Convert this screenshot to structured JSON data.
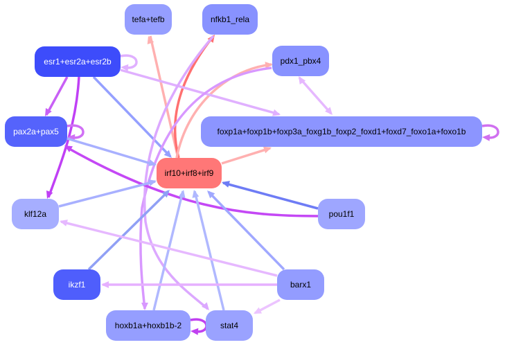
{
  "title": "Gene regulatory network",
  "nodes": [
    {
      "id": "tefa_tefb",
      "label": "tefa+tefb",
      "fill": "#959eff",
      "text": "#000000"
    },
    {
      "id": "nfkb1_rela",
      "label": "nfkb1_rela",
      "fill": "#8892ff",
      "text": "#000000"
    },
    {
      "id": "esr",
      "label": "esr1+esr2a+esr2b",
      "fill": "#3d4cfb",
      "text": "#ffffff"
    },
    {
      "id": "pdx1_pbx4",
      "label": "pdx1_pbx4",
      "fill": "#8892ff",
      "text": "#000000"
    },
    {
      "id": "pax2a_pax5",
      "label": "pax2a+pax5",
      "fill": "#5563fc",
      "text": "#ffffff"
    },
    {
      "id": "foxp",
      "label": "foxp1a+foxp1b+foxp3a_foxg1b_foxp2_foxd1+foxd7_foxo1a+foxo1b",
      "fill": "#8c95ff",
      "text": "#000000"
    },
    {
      "id": "irf",
      "label": "irf10+irf8+irf9",
      "fill": "#ff7777",
      "text": "#000000"
    },
    {
      "id": "klf12a",
      "label": "klf12a",
      "fill": "#a6aeff",
      "text": "#000000"
    },
    {
      "id": "pou1f1",
      "label": "pou1f1",
      "fill": "#9ea6ff",
      "text": "#000000"
    },
    {
      "id": "ikzf1",
      "label": "ikzf1",
      "fill": "#4f5efc",
      "text": "#ffffff"
    },
    {
      "id": "barx1",
      "label": "barx1",
      "fill": "#939cff",
      "text": "#000000"
    },
    {
      "id": "hoxb1",
      "label": "hoxb1a+hoxb1b-2",
      "fill": "#959eff",
      "text": "#000000"
    },
    {
      "id": "stat4",
      "label": "stat4",
      "fill": "#9aa2ff",
      "text": "#000000"
    }
  ],
  "edges": [
    {
      "source": "irf",
      "target": "tefa_tefb",
      "color": "#ffb0b0"
    },
    {
      "source": "irf",
      "target": "nfkb1_rela",
      "color": "#ff7070"
    },
    {
      "source": "irf",
      "target": "pdx1_pbx4",
      "color": "#ffb0b0"
    },
    {
      "source": "irf",
      "target": "foxp",
      "color": "#ffb0b0"
    },
    {
      "source": "esr",
      "target": "esr",
      "color": "#e0b0ff"
    },
    {
      "source": "esr",
      "target": "pax2a_pax5",
      "color": "#c860f5"
    },
    {
      "source": "esr",
      "target": "klf12a",
      "color": "#c040f5"
    },
    {
      "source": "esr",
      "target": "irf",
      "color": "#95a0ff"
    },
    {
      "source": "esr",
      "target": "foxp",
      "color": "#e0b0ff"
    },
    {
      "source": "pdx1_pbx4",
      "target": "foxp",
      "color": "#e6b8ff",
      "bidirectional": true
    },
    {
      "source": "pdx1_pbx4",
      "target": "hoxb1",
      "color": "#d898ff"
    },
    {
      "source": "nfkb1_rela",
      "target": "stat4",
      "color": "#dca8ff"
    },
    {
      "source": "foxp",
      "target": "foxp",
      "color": "#d070f0"
    },
    {
      "source": "pax2a_pax5",
      "target": "pax2a_pax5",
      "color": "#d070f5"
    },
    {
      "source": "pax2a_pax5",
      "target": "irf",
      "color": "#a8b0ff"
    },
    {
      "source": "pou1f1",
      "target": "pax2a_pax5",
      "color": "#c448f5"
    },
    {
      "source": "pou1f1",
      "target": "irf",
      "color": "#6e7cf5"
    },
    {
      "source": "klf12a",
      "target": "irf",
      "color": "#a8b0ff"
    },
    {
      "source": "ikzf1",
      "target": "irf",
      "color": "#90a0f5"
    },
    {
      "source": "hoxb1",
      "target": "irf",
      "color": "#b0b8ff"
    },
    {
      "source": "stat4",
      "target": "irf",
      "color": "#b0b8ff"
    },
    {
      "source": "barx1",
      "target": "irf",
      "color": "#a0a8ff"
    },
    {
      "source": "barx1",
      "target": "klf12a",
      "color": "#e6b8ff"
    },
    {
      "source": "barx1",
      "target": "ikzf1",
      "color": "#e6b0ff"
    },
    {
      "source": "barx1",
      "target": "stat4",
      "color": "#ecc4ff"
    },
    {
      "source": "hoxb1",
      "target": "hoxb1",
      "color": "#c040f0"
    }
  ]
}
